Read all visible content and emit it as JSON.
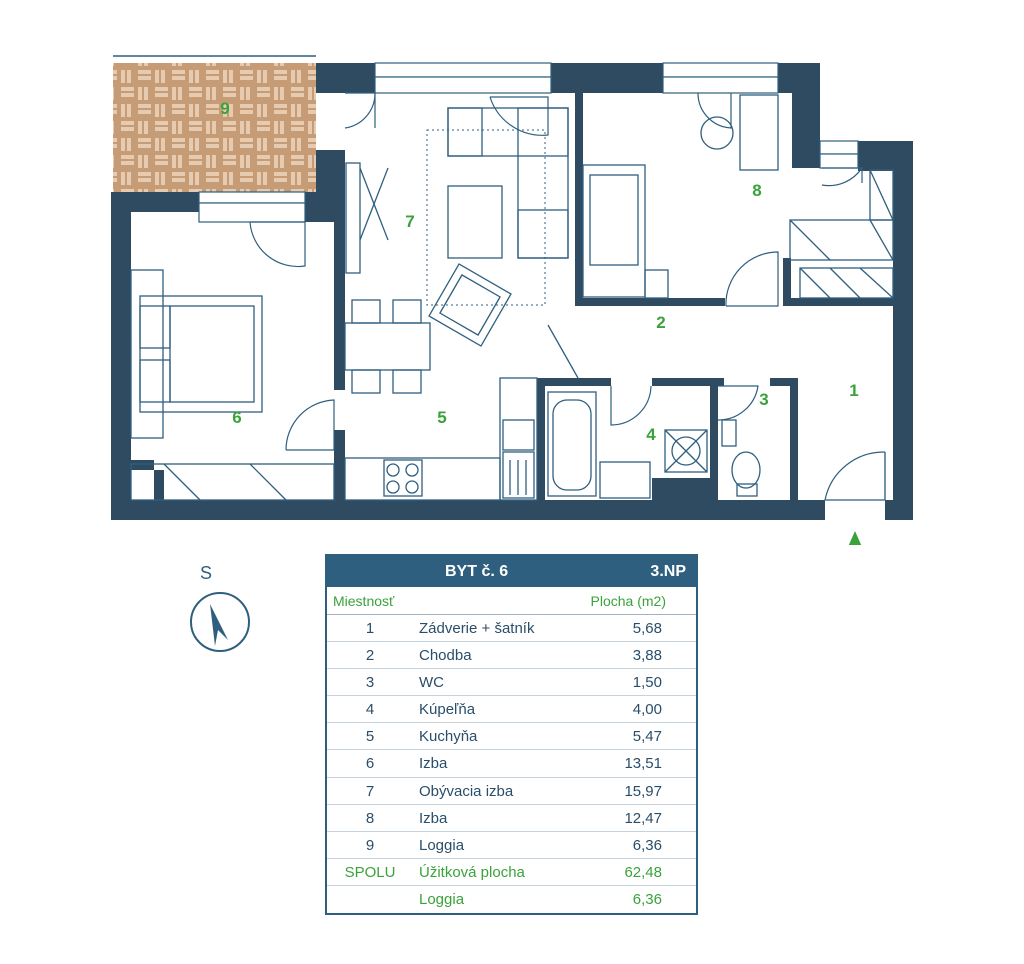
{
  "floorplan": {
    "room_labels": [
      "1",
      "2",
      "3",
      "4",
      "5",
      "6",
      "7",
      "8",
      "9"
    ],
    "colors": {
      "wall": "#2f4b61",
      "line": "#2f5f7f",
      "label": "#3aa23a",
      "loggia": "#c69c77",
      "loggia_pattern": "#e6cbb1"
    },
    "north_arrow_icon": "north-arrow-icon"
  },
  "compass": {
    "label": "S",
    "icon": "compass-icon"
  },
  "table": {
    "title": "BYT č. 6",
    "floor": "3.NP",
    "col_room": "Miestnosť",
    "col_area": "Plocha (m2)",
    "rows": [
      {
        "num": "1",
        "name": "Zádverie + šatník",
        "area": "5,68"
      },
      {
        "num": "2",
        "name": "Chodba",
        "area": "3,88"
      },
      {
        "num": "3",
        "name": "WC",
        "area": "1,50"
      },
      {
        "num": "4",
        "name": "Kúpeľňa",
        "area": "4,00"
      },
      {
        "num": "5",
        "name": "Kuchyňa",
        "area": "5,47"
      },
      {
        "num": "6",
        "name": "Izba",
        "area": "13,51"
      },
      {
        "num": "7",
        "name": "Obývacia izba",
        "area": "15,97"
      },
      {
        "num": "8",
        "name": "Izba",
        "area": "12,47"
      },
      {
        "num": "9",
        "name": "Loggia",
        "area": "6,36"
      }
    ],
    "total": {
      "num": "SPOLU",
      "name": "Úžitková plocha",
      "area": "62,48"
    },
    "extra": {
      "num": "",
      "name": "Loggia",
      "area": "6,36"
    }
  }
}
